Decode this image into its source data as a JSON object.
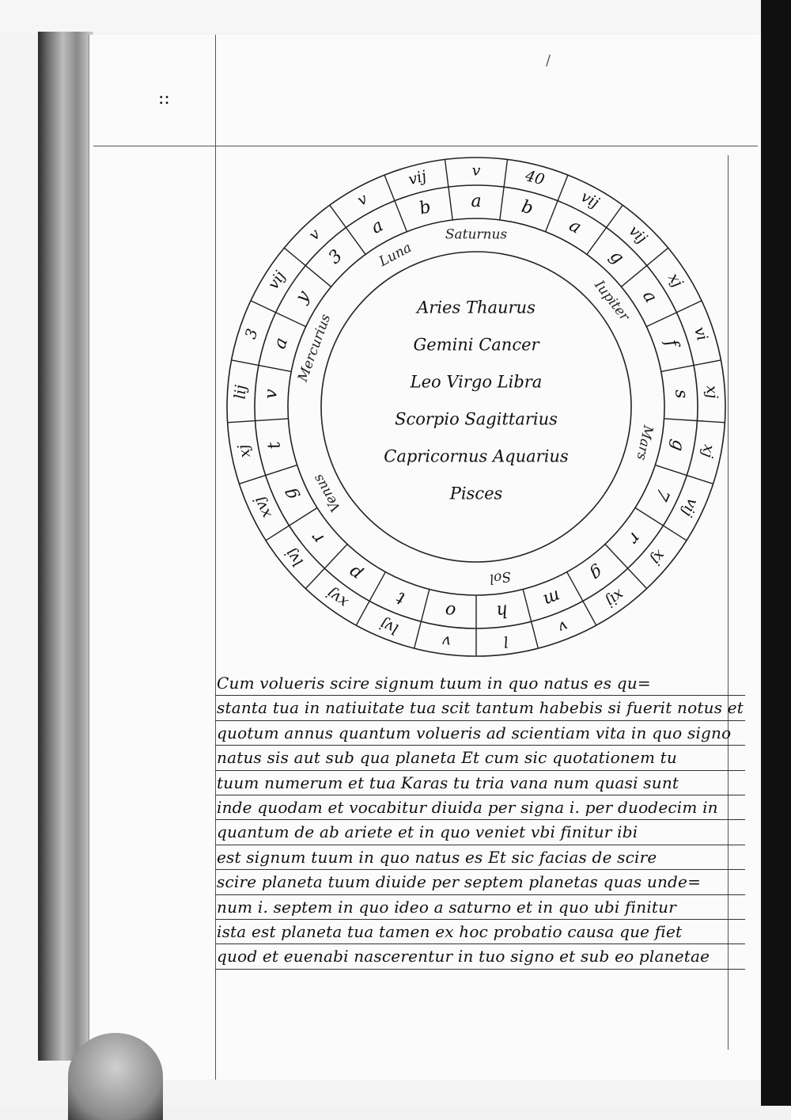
{
  "document": {
    "type": "manuscript-leaf",
    "marks": "::",
    "stroke": "/"
  },
  "diagram": {
    "outer_ring": [
      "v",
      "40",
      "vij",
      "vij",
      "xj",
      "vi",
      "xj",
      "xj",
      "vij",
      "xj",
      "xij",
      "v",
      "l",
      "v",
      "lvj",
      "xvj",
      "lvj",
      "xvj",
      "xj",
      "lij",
      "3",
      "vij",
      "v",
      "v",
      "vij"
    ],
    "middle_ring": [
      "a",
      "b",
      "a",
      "g",
      "a",
      "f",
      "s",
      "g",
      "7",
      "r",
      "g",
      "m",
      "h",
      "o",
      "t",
      "p",
      "r",
      "g",
      "t",
      "v",
      "a",
      "y",
      "3",
      "a",
      "b"
    ],
    "planets": [
      "Saturnus",
      "Iupiter",
      "Mars",
      "Sol",
      "Venus",
      "Mercurius",
      "Luna"
    ],
    "center_lines": [
      "Aries Thaurus",
      "Gemini Cancer",
      "Leo Virgo Libra",
      "Scorpio Sagittarius",
      "Capricornus Aquarius",
      "Pisces"
    ]
  },
  "text": {
    "lines": [
      "Cum volueris scire signum tuum in quo natus es qu=",
      "stanta tua in natiuitate tua scit tantum habebis si fuerit notus et",
      "quotum annus quantum volueris ad scientiam vita in quo signo",
      "natus sis aut sub qua planeta Et cum sic quotationem tu",
      "tuum numerum et tua Karas tu tria vana num quasi sunt",
      "inde quodam et vocabitur diuida per signa i. per duodecim in",
      "quantum de ab ariete et in quo veniet vbi finitur ibi",
      "est signum tuum in quo natus es Et sic facias de scire",
      "scire planeta tuum diuide per septem planetas quas unde=",
      "num i. septem in quo ideo a saturno et in quo ubi finitur",
      "ista est planeta tua tamen ex hoc probatio causa que fiet",
      "quod et euenabi nascerentur in tuo signo et sub eo planetae"
    ]
  }
}
